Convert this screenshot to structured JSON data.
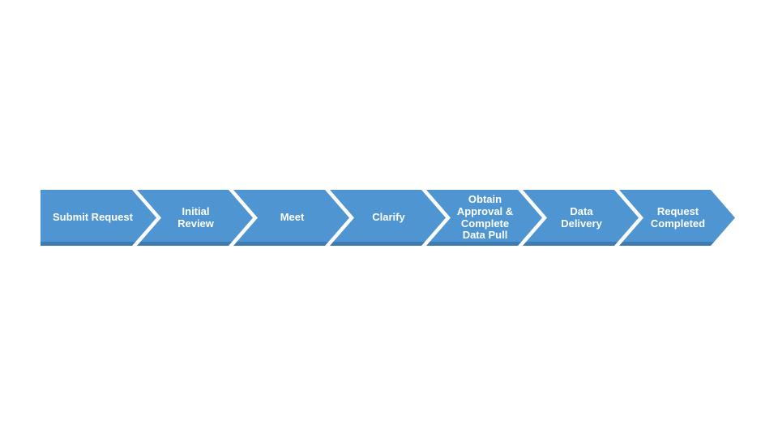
{
  "diagram": {
    "type": "process-flow",
    "direction": "left-to-right",
    "steps": [
      {
        "label": "Submit Request"
      },
      {
        "label": "Initial\nReview"
      },
      {
        "label": "Meet"
      },
      {
        "label": "Clarify"
      },
      {
        "label": "Obtain\nApproval &\nComplete\nData Pull"
      },
      {
        "label": "Data\nDelivery"
      },
      {
        "label": "Request\nCompleted"
      }
    ],
    "colors": {
      "arrow_fill": "#4E95D1",
      "arrow_bottom_edge": "#3D7CB3",
      "separator": "#FFFFFF",
      "text": "#FFFFFF",
      "background": "#FFFFFF"
    }
  }
}
